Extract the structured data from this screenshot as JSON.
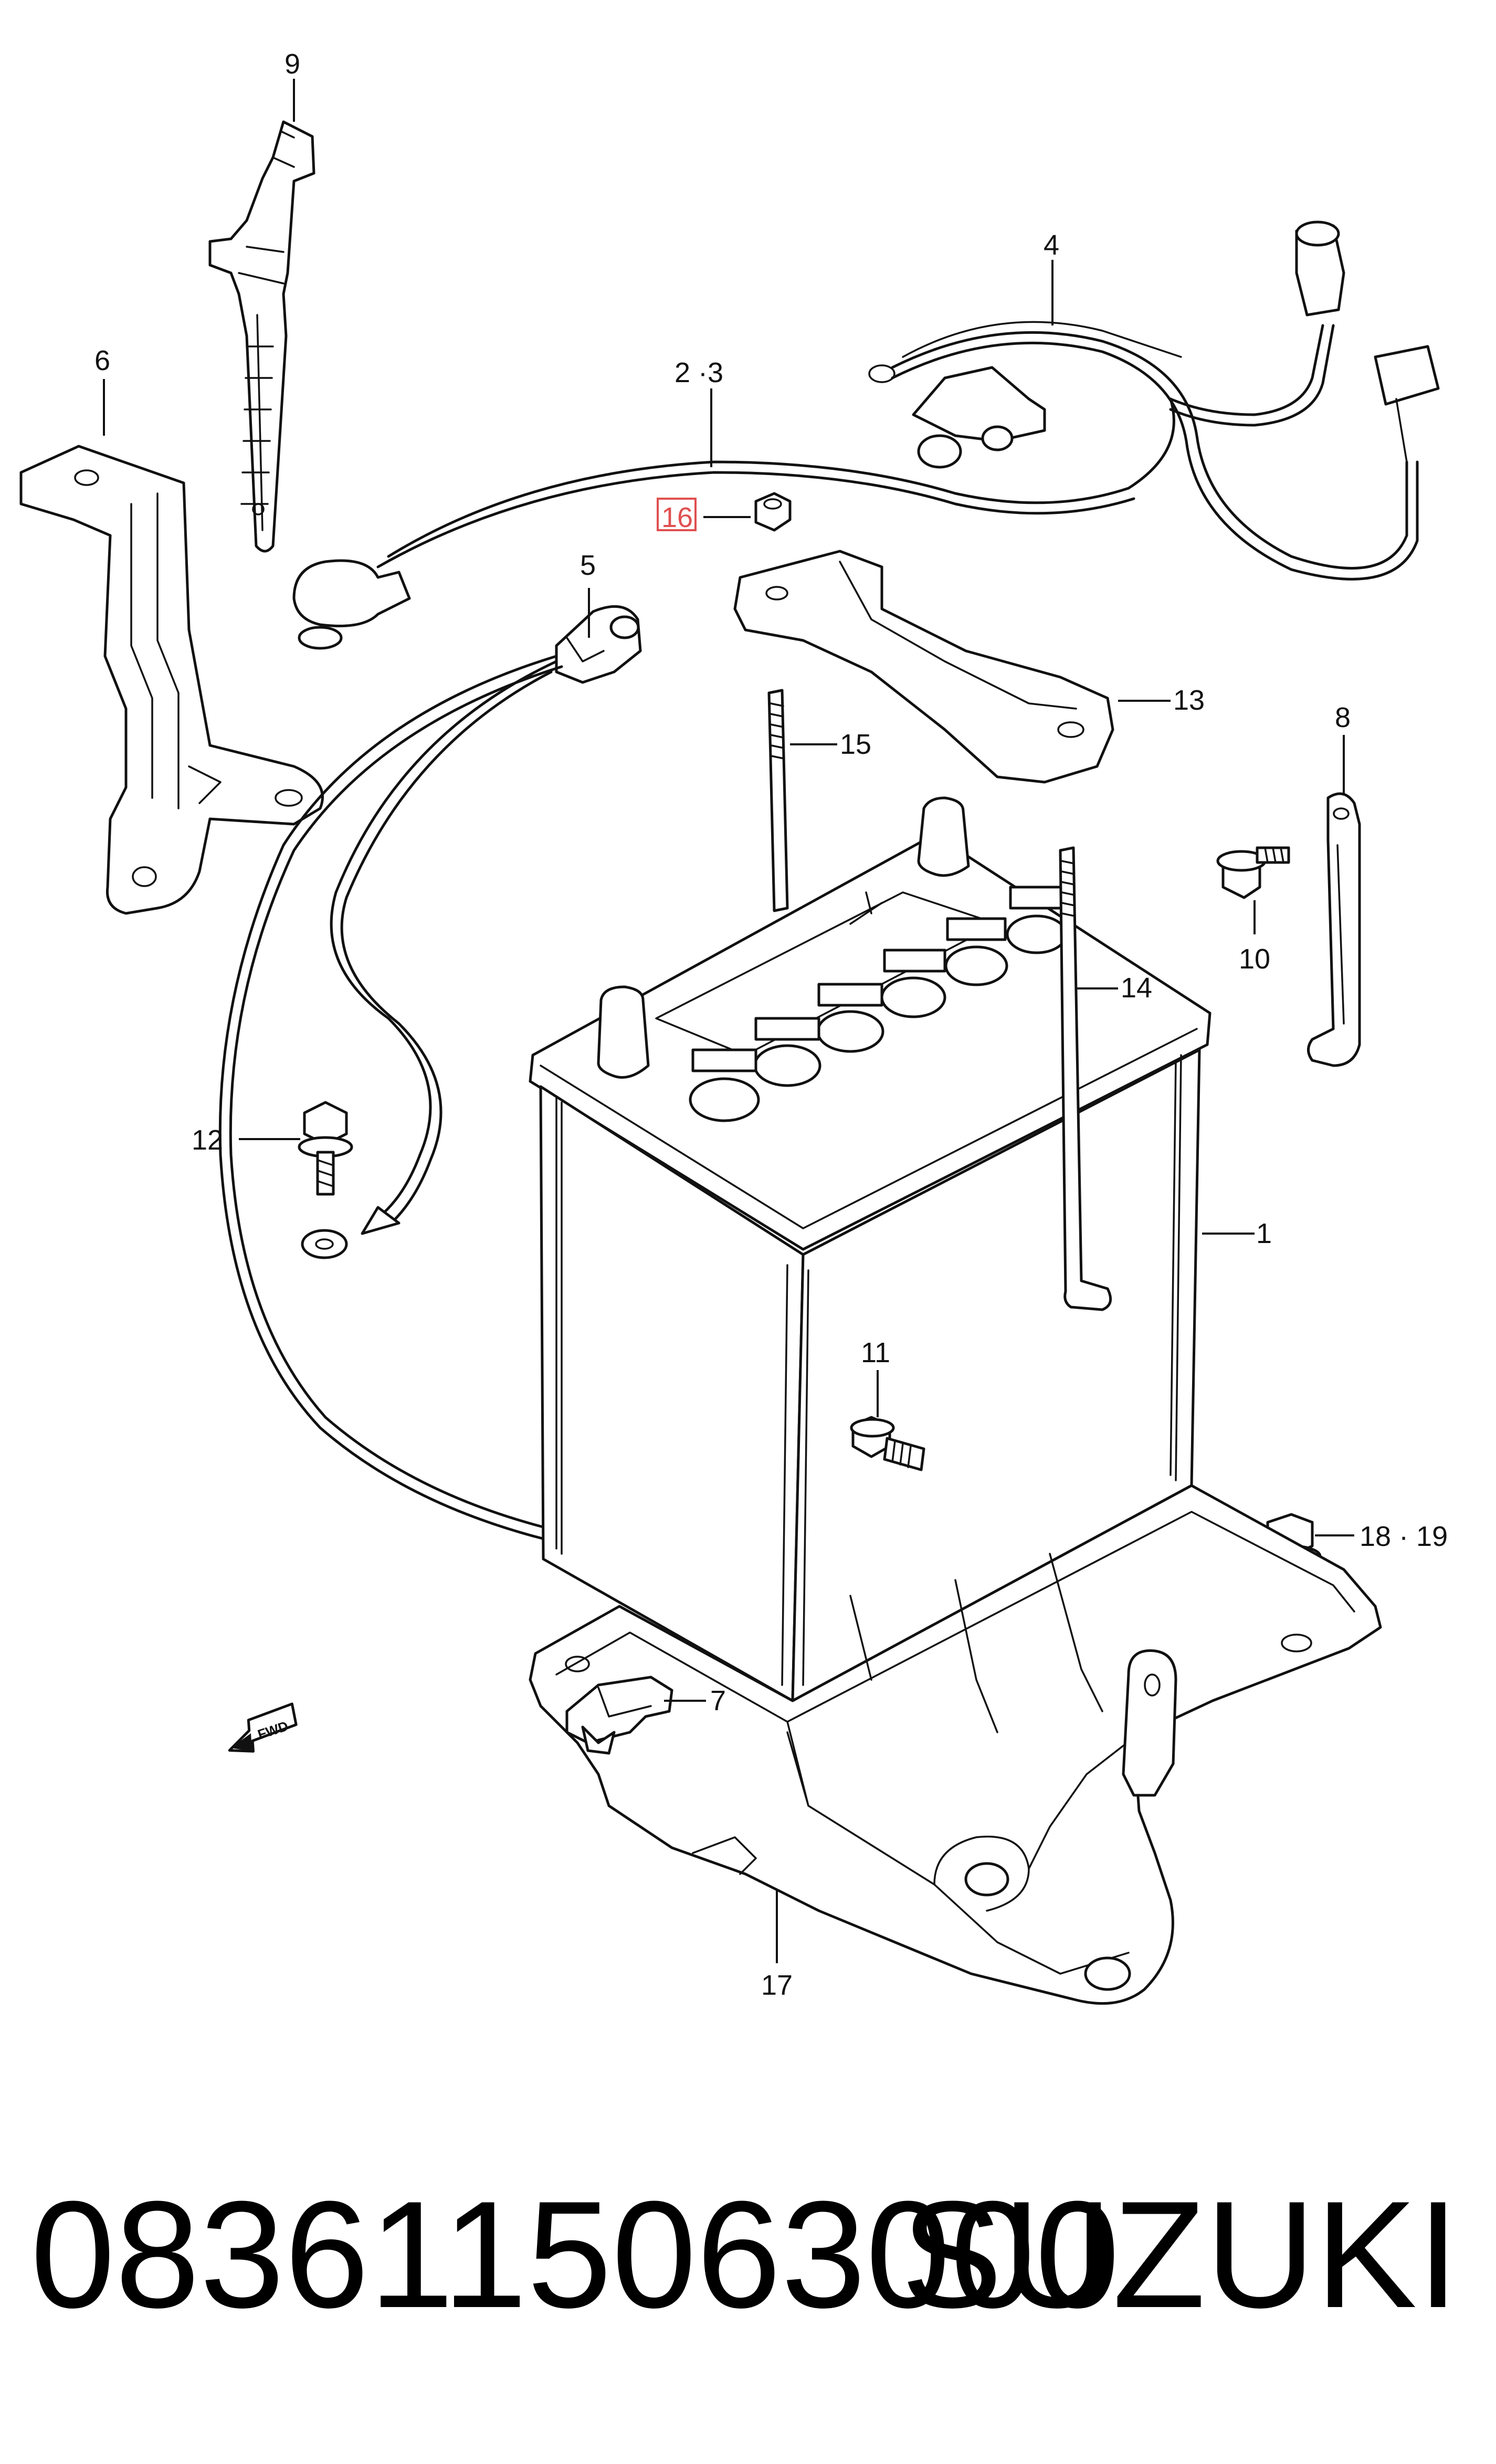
{
  "callouts": {
    "c1": "1",
    "c2_3": "2 ·3",
    "c4": "4",
    "c5": "5",
    "c6": "6",
    "c7": "7",
    "c8": "8",
    "c9": "9",
    "c10": "10",
    "c11": "11",
    "c12": "12",
    "c13": "13",
    "c14": "14",
    "c15": "15",
    "c16": "16",
    "c17": "17",
    "c18_19": "18 · 19"
  },
  "fwd_label": "FWD",
  "highlight_color": "#e05050",
  "footer": {
    "part_number": "0836115063000",
    "brand": "SUZUKI"
  }
}
